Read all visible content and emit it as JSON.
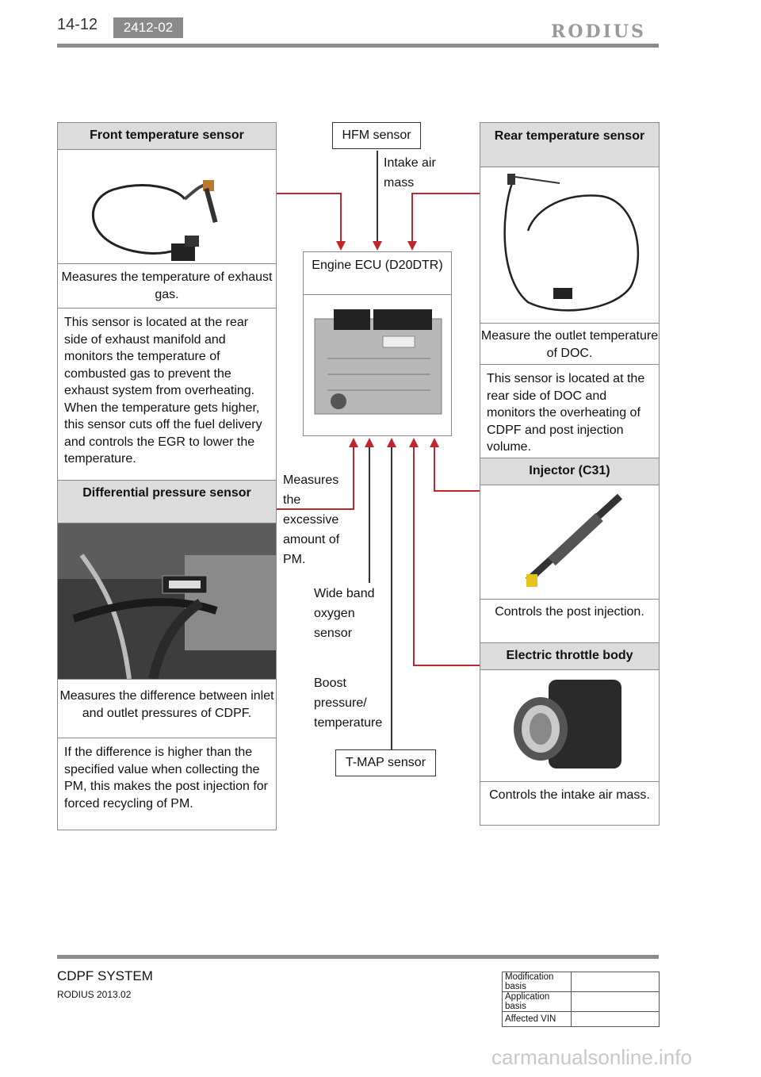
{
  "header": {
    "page_number": "14-12",
    "section_code": "2412-02",
    "brand": "RODIUS"
  },
  "front_sensor": {
    "title": "Front temperature sensor",
    "summary": "Measures the temperature of exhaust gas.",
    "description": "This sensor is located at the rear side of exhaust manifold and monitors the temperature of combusted gas to prevent the exhaust system from overheating. When the temperature gets higher, this sensor cuts off the fuel delivery and controls the EGR to lower the temperature."
  },
  "diff_sensor": {
    "title": "Differential pressure sensor",
    "summary": "Measures the difference between inlet and outlet pressures of CDPF.",
    "description": "If the difference is higher than the specified value when collecting the PM, this makes the post injection for forced recycling of PM."
  },
  "hfm": {
    "label": "HFM sensor",
    "signal": "Intake air mass"
  },
  "ecu": {
    "label": "Engine ECU (D20DTR)"
  },
  "signals": {
    "pm": "Measures the excessive amount of PM.",
    "o2": "Wide band oxygen sensor",
    "boost": "Boost pressure/ temperature"
  },
  "tmap": {
    "label": "T-MAP sensor"
  },
  "rear_sensor": {
    "title": "Rear temperature sensor",
    "summary": "Measure the outlet temperature of DOC.",
    "description": "This sensor is located at the rear side of DOC and monitors the overheating of CDPF and post injection volume."
  },
  "injector": {
    "title": "Injector (C31)",
    "summary": "Controls the post injection."
  },
  "throttle": {
    "title": "Electric throttle body",
    "summary": "Controls the intake air mass."
  },
  "footer": {
    "title": "CDPF SYSTEM",
    "subtitle": "RODIUS 2013.02",
    "rows": [
      "Modification basis",
      "Application basis",
      "Affected VIN"
    ]
  },
  "watermark": "carmanualsonline.info",
  "colors": {
    "arrow": "#c0272d",
    "header_fill": "#dcdcdc",
    "rule": "#8c8c8c"
  }
}
